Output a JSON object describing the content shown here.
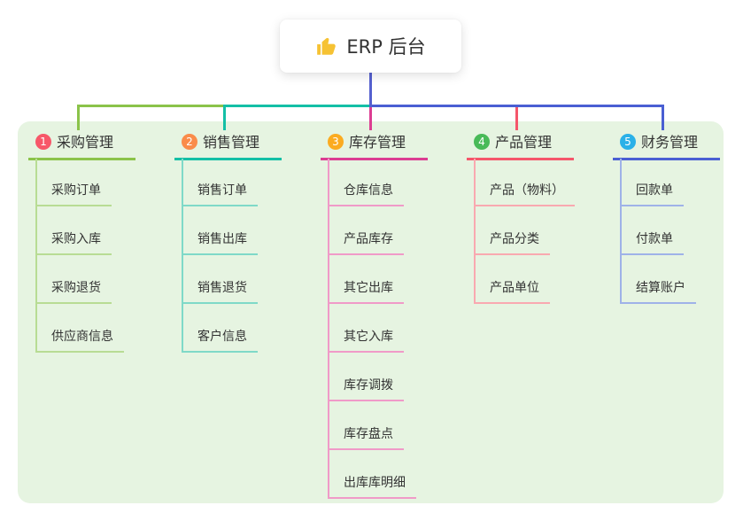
{
  "root": {
    "label": "ERP 后台",
    "icon": "thumbs-up-icon",
    "icon_color": "#f6c233",
    "connector_color": "#5560cf"
  },
  "colors": {
    "panel_bg": "#e6f4e1",
    "text": "#333333",
    "card_bg": "#ffffff"
  },
  "branches": [
    {
      "index": "1",
      "label": "采购管理",
      "colors": {
        "badge": "#f75769",
        "line": "#8bc34a",
        "light": "#b8dc94"
      },
      "children": [
        "采购订单",
        "采购入库",
        "采购退货",
        "供应商信息"
      ]
    },
    {
      "index": "2",
      "label": "销售管理",
      "colors": {
        "badge": "#fa8c4a",
        "line": "#14bfa6",
        "light": "#7fd9c8"
      },
      "children": [
        "销售订单",
        "销售出库",
        "销售退货",
        "客户信息"
      ]
    },
    {
      "index": "3",
      "label": "库存管理",
      "colors": {
        "badge": "#fbab20",
        "line": "#dc3d92",
        "light": "#f09ac8"
      },
      "children": [
        "仓库信息",
        "产品库存",
        "其它出库",
        "其它入库",
        "库存调拨",
        "库存盘点",
        "出库库明细"
      ]
    },
    {
      "index": "4",
      "label": "产品管理",
      "colors": {
        "badge": "#49ba58",
        "line": "#f5566b",
        "light": "#f9a9b0"
      },
      "children": [
        "产品（物料）",
        "产品分类",
        "产品单位"
      ]
    },
    {
      "index": "5",
      "label": "财务管理",
      "colors": {
        "badge": "#2ab1e8",
        "line": "#4a5fd3",
        "light": "#9fb2e8"
      },
      "children": [
        "回款单",
        "付款单",
        "结算账户"
      ]
    }
  ]
}
